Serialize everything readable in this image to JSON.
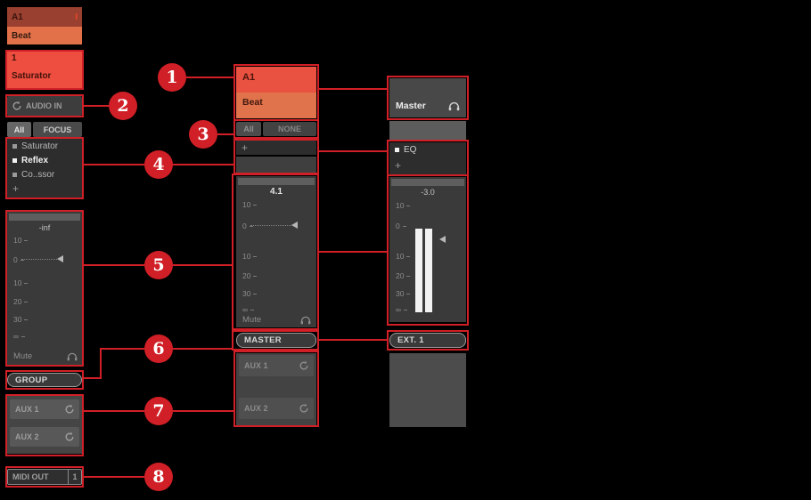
{
  "colors": {
    "annotation_red": "#d01f26",
    "group_orange": "#e0724c",
    "sound_red": "#ee4e40",
    "strip_gray": "#3a3a3a"
  },
  "annotation": {
    "callouts": [
      "1",
      "2",
      "3",
      "4",
      "5",
      "6",
      "7",
      "8"
    ]
  },
  "left_strip": {
    "group_id": "A1",
    "input_indicator": "I",
    "group_name": "Beat",
    "sound_number": "1",
    "sound_name": "Saturator",
    "audio_in": "AUDIO IN",
    "focus_all": "All",
    "focus_mode": "FOCUS",
    "plugins": [
      "Saturator",
      "Reflex",
      "Co..ssor"
    ],
    "add_plugin": "+",
    "meter_value": "-inf",
    "scale": [
      "10",
      "0",
      "10",
      "20",
      "30",
      "∞"
    ],
    "mute": "Mute",
    "group_button": "GROUP",
    "aux1": "AUX 1",
    "aux2": "AUX 2",
    "midi_out": "MIDI OUT",
    "midi_out_port": "1"
  },
  "mid_strip": {
    "group_id": "A1",
    "group_name": "Beat",
    "focus_all": "All",
    "focus_none": "NONE",
    "add_plugin": "+",
    "meter_value": "4.1",
    "scale": [
      "10",
      "0",
      "10",
      "20",
      "30",
      "∞"
    ],
    "mute": "Mute",
    "master_button": "MASTER",
    "aux1": "AUX 1",
    "aux2": "AUX 2"
  },
  "master_strip": {
    "name": "Master",
    "plugin": "EQ",
    "add_plugin": "+",
    "meter_value": "-3.0",
    "scale": [
      "10",
      "0",
      "10",
      "20",
      "30",
      "∞"
    ],
    "ext_button": "EXT. 1"
  }
}
